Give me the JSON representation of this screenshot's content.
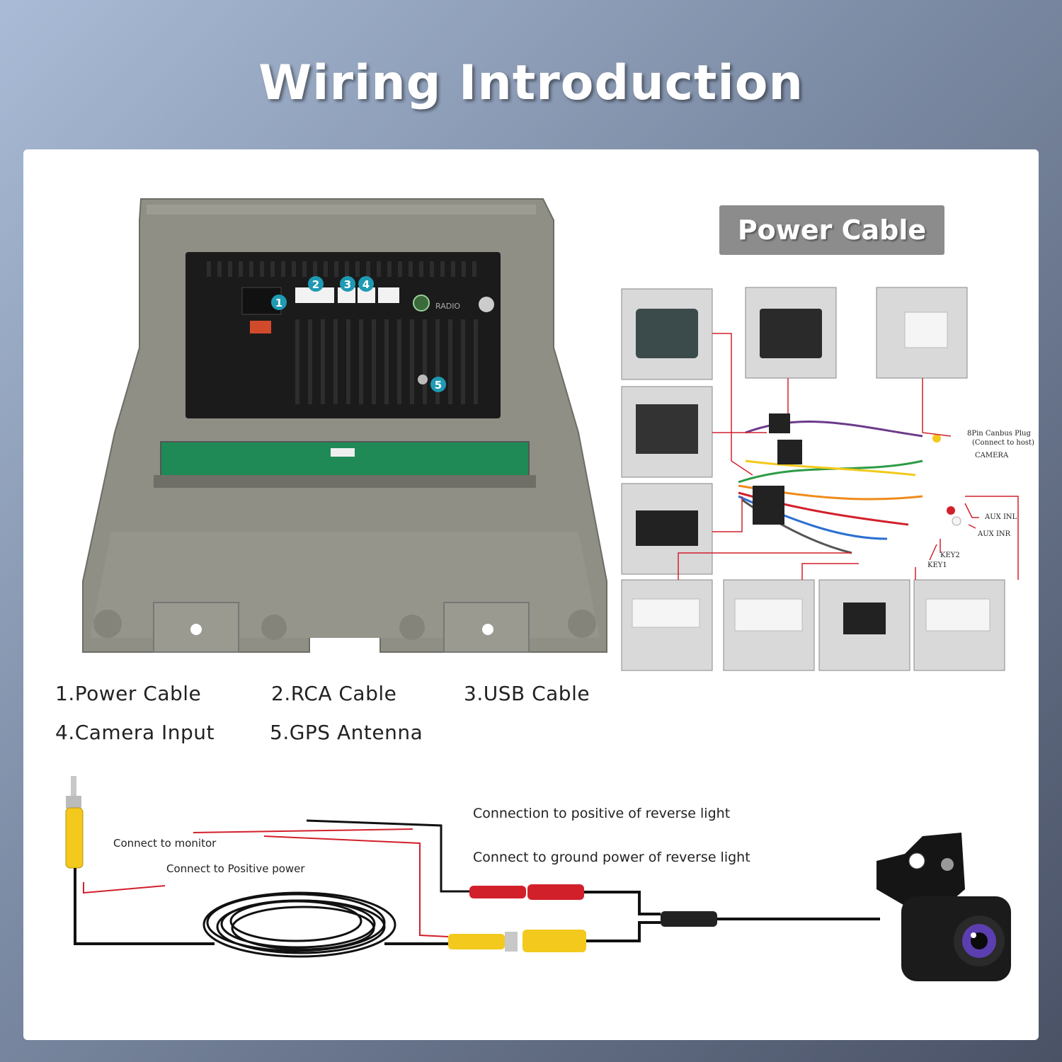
{
  "title": "Wiring Introduction",
  "badge": "Power Cable",
  "head_unit": {
    "port_numbers": [
      "1",
      "2",
      "3",
      "4",
      "5"
    ],
    "radio_label": "RADIO"
  },
  "legend": [
    "1.Power Cable",
    "2.RCA Cable",
    "3.USB Cable",
    "4.Camera Input",
    "5.GPS Antenna"
  ],
  "harness_labels": {
    "canbus_line1": "8Pin Canbus Plug",
    "canbus_line2": "(Connect to host)",
    "camera": "CAMERA",
    "aux_inl": "AUX INL",
    "aux_inr": "AUX INR",
    "key2": "KEY2",
    "key1": "KEY1"
  },
  "camera_labels": {
    "monitor": "Connect to monitor",
    "positive_power": "Connect to Positive power",
    "reverse_positive": "Connection to positive of reverse light",
    "reverse_ground": "Connect to ground power of reverse light"
  },
  "colors": {
    "panel_gray": "#8f8f86",
    "accent_teal": "#1e9ab3",
    "pcb_green": "#1f8a55",
    "wire_red": "#d2202b",
    "plug_yellow": "#f2c91c"
  }
}
